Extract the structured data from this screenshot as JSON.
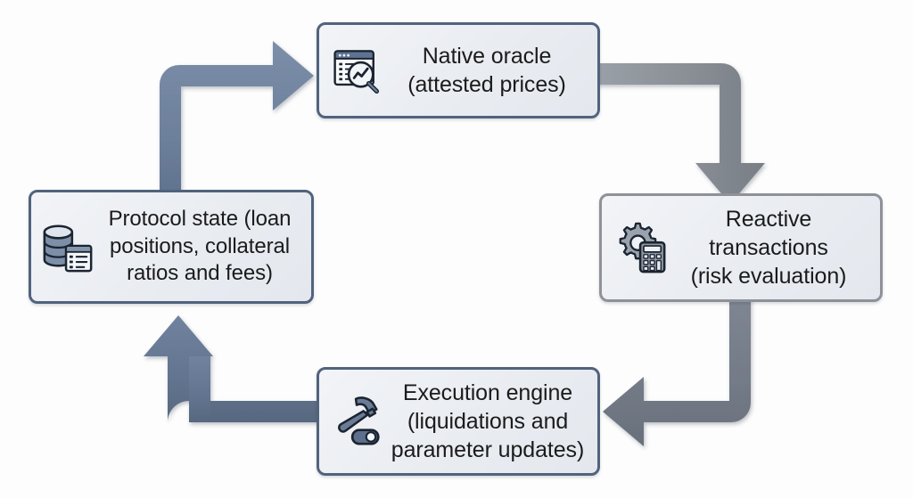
{
  "diagram": {
    "type": "cycle-flow",
    "background_color": "#fdfdfd",
    "nodes": [
      {
        "id": "oracle",
        "label": "Native oracle\n(attested prices)",
        "icon": "report-magnifier-icon",
        "border_color": "#51637d",
        "fill_color": "#e9ecf1"
      },
      {
        "id": "reactive",
        "label": "Reactive\ntransactions\n(risk evaluation)",
        "icon": "gear-calculator-icon",
        "border_color": "#8e9298",
        "fill_color": "#e9ecf1"
      },
      {
        "id": "execution",
        "label": "Execution engine\n(liquidations and\nparameter updates)",
        "icon": "hammer-toggle-icon",
        "border_color": "#51637d",
        "fill_color": "#e9ecf1"
      },
      {
        "id": "protocol",
        "label": "Protocol state (loan\npositions, collateral\nratios and fees)",
        "icon": "database-document-icon",
        "border_color": "#51637d",
        "fill_color": "#e9ecf1"
      }
    ],
    "arrows": [
      {
        "id": "protocol-to-oracle",
        "from": "protocol",
        "to": "oracle",
        "color": "#6c7f9b",
        "direction": "up-right"
      },
      {
        "id": "oracle-to-reactive",
        "from": "oracle",
        "to": "reactive",
        "color": "#8a8f96",
        "direction": "right-down"
      },
      {
        "id": "reactive-to-execution",
        "from": "reactive",
        "to": "execution",
        "color": "#6f7782",
        "direction": "down-left"
      },
      {
        "id": "execution-to-protocol",
        "from": "execution",
        "to": "protocol",
        "color": "#5f7390",
        "direction": "left-up"
      }
    ]
  }
}
